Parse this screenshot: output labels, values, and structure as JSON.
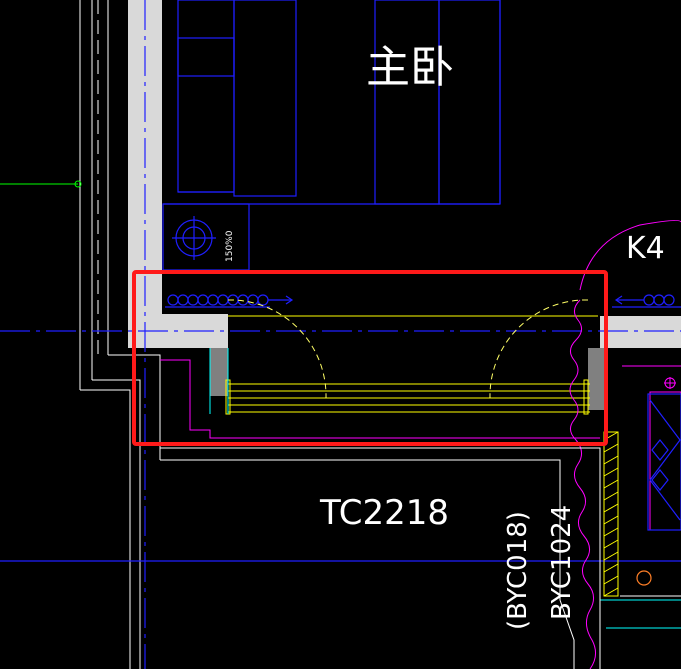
{
  "labels": {
    "room_name": "主卧",
    "window_tag": "TC2218",
    "window_tag_alt": "(BYC018)",
    "window_tag_2": "BYC1024",
    "k_label": "K4",
    "small_tag": "150%0"
  },
  "colors": {
    "background": "#000000",
    "wall": "#d9d9d9",
    "column": "#808080",
    "blue": "#1f1fff",
    "white": "#ffffff",
    "yellow": "#ffff00",
    "dashed_yellow": "#ffff66",
    "cyan": "#00ffff",
    "magenta": "#ff00ff",
    "green": "#00ff00",
    "orange": "#ff7f27",
    "highlight": "#ff1a1a"
  }
}
